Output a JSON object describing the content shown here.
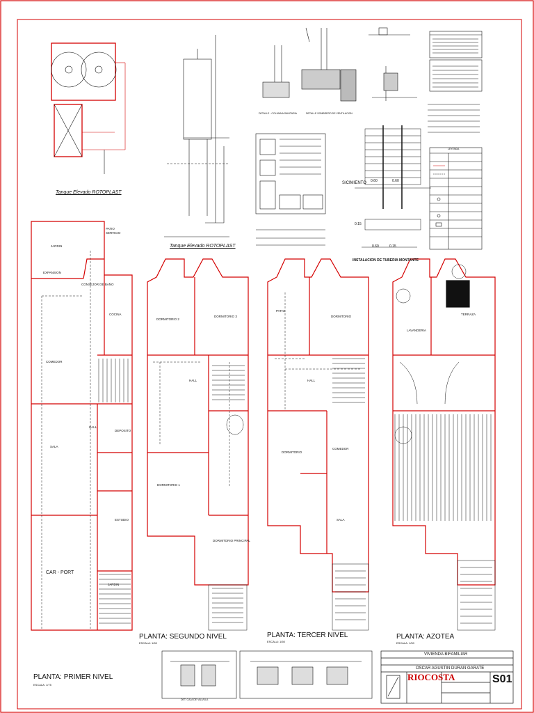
{
  "sheet": {
    "code": "S01",
    "project": "VIVIENDA BIFAMILIAR",
    "owner": "OSCAR AGUSTIN DURAN GARATE",
    "company": "RIOCOSTA"
  },
  "plans": [
    {
      "title": "PLANTA: PRIMER NIVEL",
      "scale": "ESCALA: 1/75"
    },
    {
      "title": "PLANTA: SEGUNDO NIVEL",
      "scale": "ESCALA: 1/50"
    },
    {
      "title": "PLANTA: TERCER NIVEL",
      "scale": "ESCALA: 1/50"
    },
    {
      "title": "PLANTA: AZOTEA",
      "scale": "ESCALA: 1/50"
    }
  ],
  "details": {
    "tank_top": "Tanque Elevado ROTOPLAST",
    "tank_mid": "Tanque Elevado ROTOPLAST",
    "detail_1": "DETALLE - COLUMNA SANITARIA",
    "detail_2": "DETALLE SOMBRERO DE VENTILACION",
    "montante": "INSTALACION DE TUBERIA MONTANTE",
    "legend": "LEYENDA",
    "caja": "DET. CAJA DE VALVULA"
  },
  "rooms": {
    "first": [
      "PATIO",
      "SERVICIO",
      "CONSEJOR DE BAÑO",
      "COCINA",
      "COMEDOR",
      "SALA",
      "HALL",
      "DEPOSITO",
      "ESTUDIO",
      "CAR - PORT",
      "JARDIN",
      "EXPANSION",
      "JARDIN"
    ],
    "second": [
      "DORMITORIO 2",
      "DORMITORIO 3",
      "HALL",
      "DORMITORIO 1",
      "DORMITORIO PRINCIPAL"
    ],
    "third": [
      "PATIO",
      "DORMITORIO",
      "HALL",
      "DORMITORIO",
      "COMEDOR",
      "SALA"
    ],
    "roof": [
      "LAVANDERIA",
      "TERRAZA"
    ]
  },
  "dims": {
    "d1": "0.60",
    "d2": "0.60",
    "d3": "0.60",
    "d4": "0.15",
    "d5": "0.15",
    "sobrecimiento": "S/CIMIENTO"
  },
  "colors": {
    "red": "#d40000",
    "line": "#111111"
  }
}
